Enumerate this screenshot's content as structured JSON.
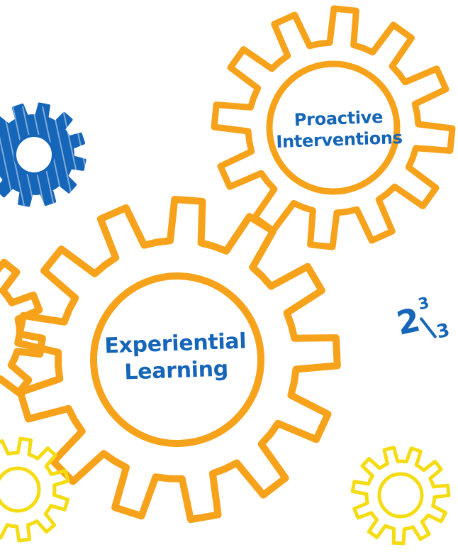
{
  "colors": {
    "orange": "#F7A21B",
    "blue": "#1565B8",
    "yellow": "#F5DC12",
    "text": "#1565B8",
    "background": "#FFFFFF"
  },
  "gears": {
    "proactive": {
      "line1": "Proactive",
      "line2": "Interventions"
    },
    "experiential": {
      "line1": "Experiential",
      "line2": "Learning"
    }
  },
  "fraction": {
    "whole": "2",
    "numerator": "3",
    "denominator": "3"
  }
}
